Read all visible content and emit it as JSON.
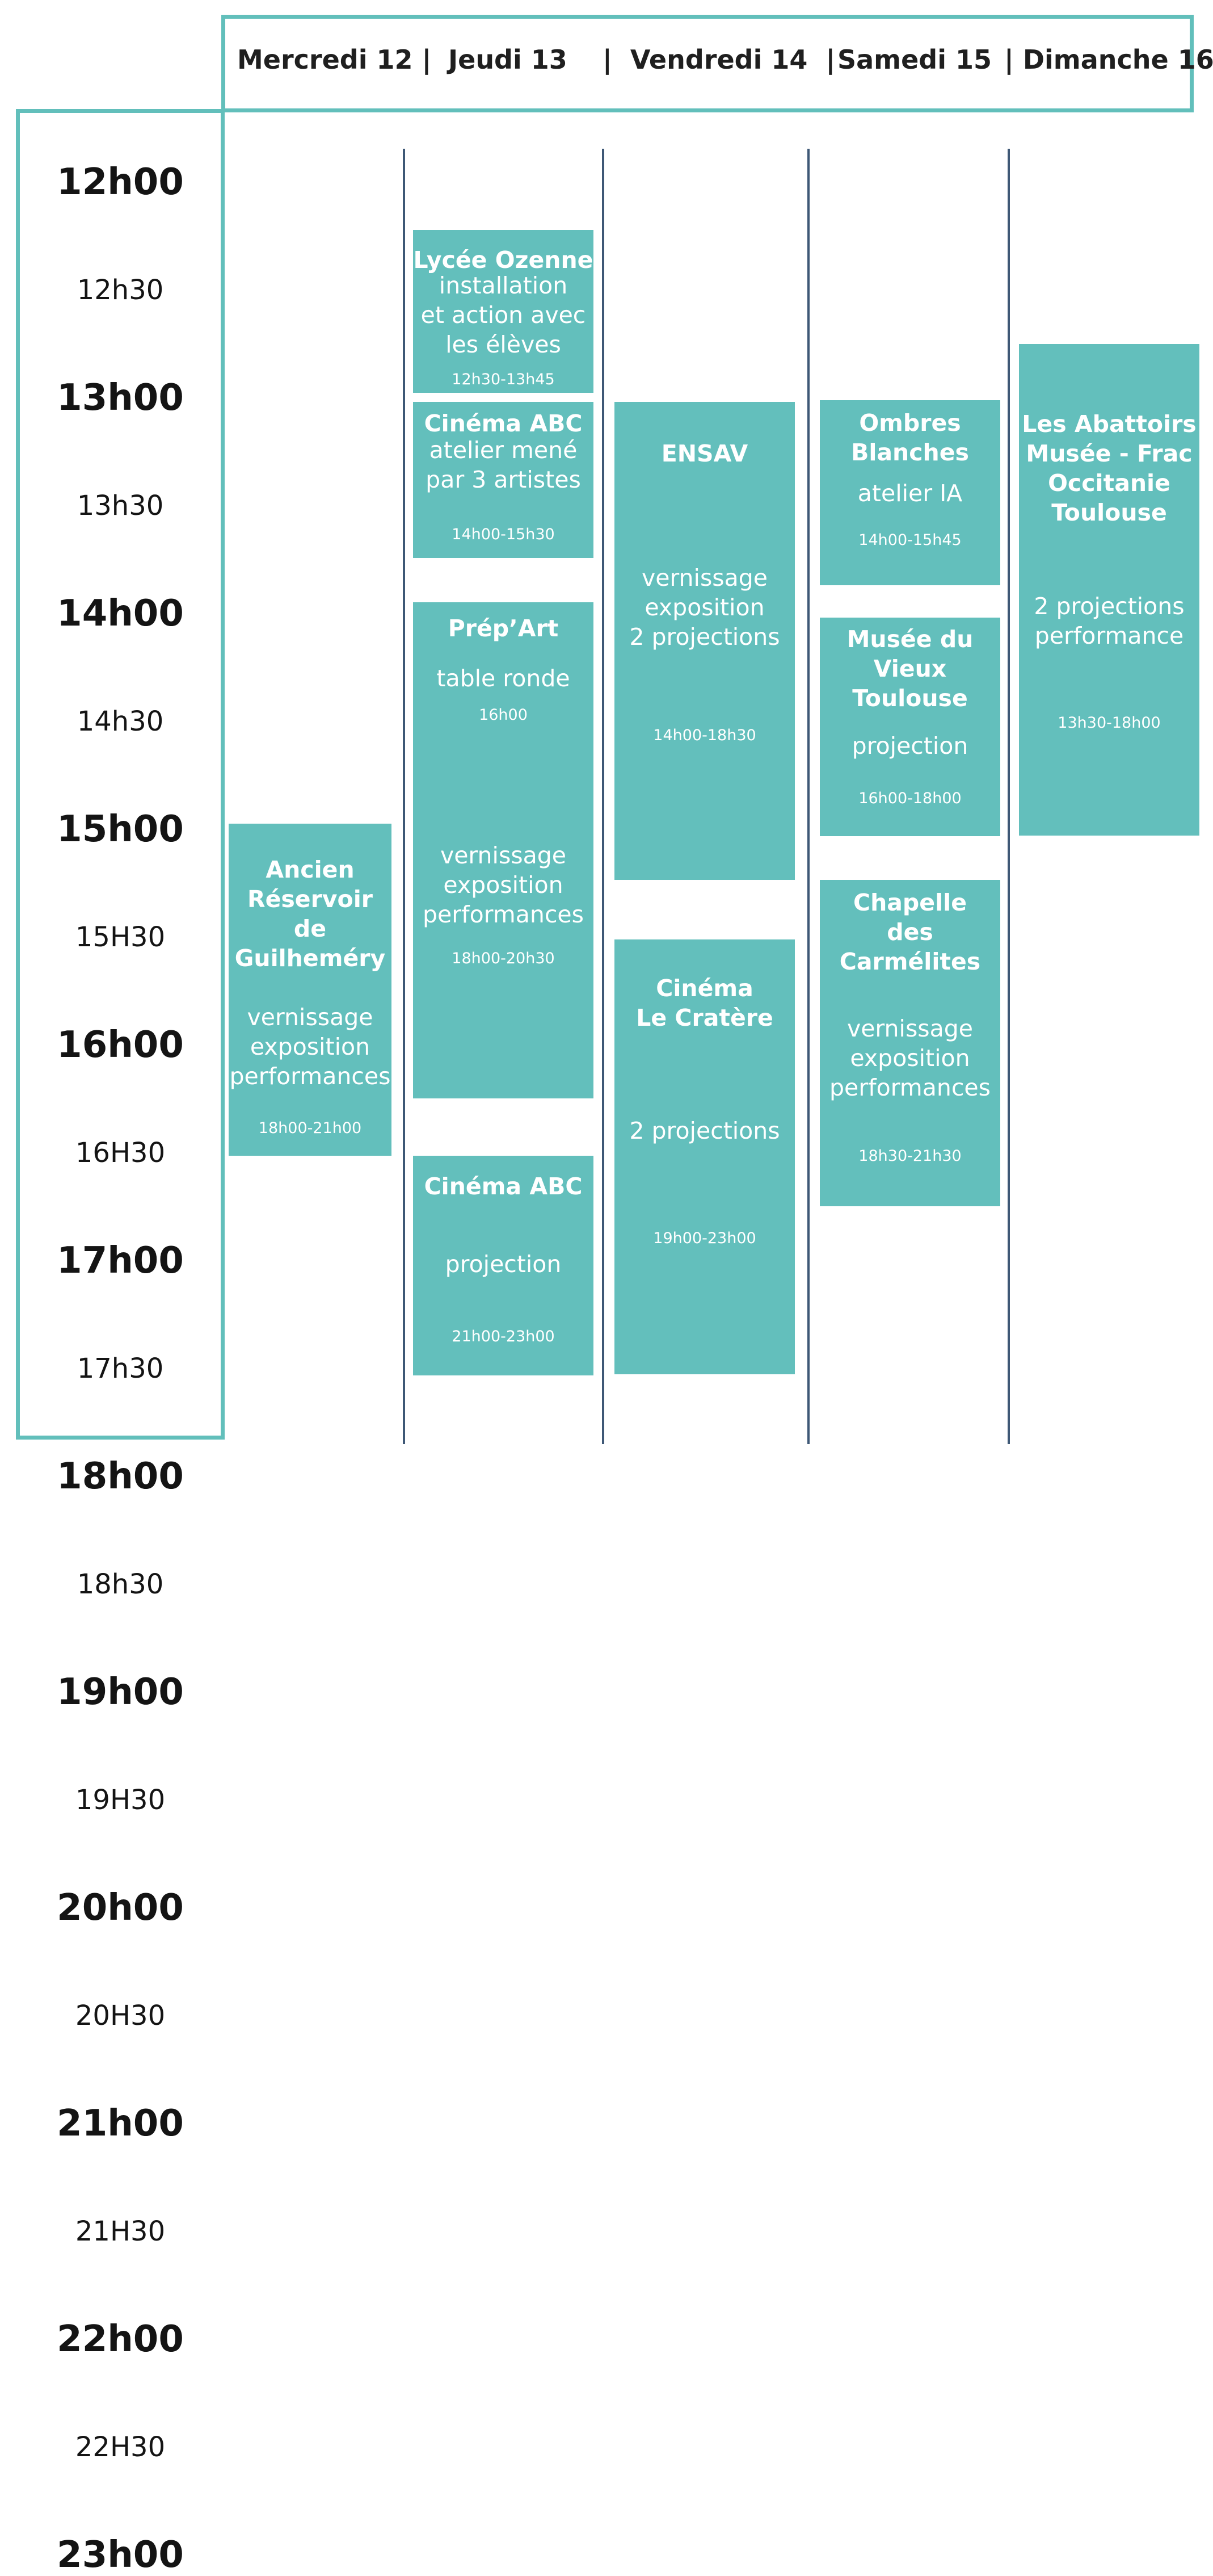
{
  "days": [
    {
      "label": "Mercredi 12 |"
    },
    {
      "label": "Jeudi 13"
    },
    {
      "label": "|  Vendredi 14  |"
    },
    {
      "label": "Samedi 15"
    },
    {
      "label": "| Dimanche 16"
    }
  ],
  "times": [
    "12h00",
    "12h30",
    "13h00",
    "13h30",
    "14h00",
    "14h30",
    "15h00",
    "15H30",
    "16h00",
    "16H30",
    "17h00",
    "17h30",
    "18h00",
    "18h30",
    "19h00",
    "19H30",
    "20h00",
    "20H30",
    "21h00",
    "21H30",
    "22h00",
    "22H30",
    "23h00"
  ],
  "events": [
    {
      "name": "Lycée Ozenne",
      "description": "installation\net action avec\nles élèves",
      "time": "12h30-13h45"
    },
    {
      "name": "Cinéma ABC",
      "description": "atelier mené\npar 3 artistes",
      "time": "14h00-15h30"
    },
    {
      "name": "Prép’Art",
      "description": "table ronde",
      "time": "16h00"
    },
    {
      "name": "",
      "description": "vernissage\nexposition\nperformances",
      "time": "18h00-20h30"
    },
    {
      "name": "Cinéma ABC",
      "description": "projection",
      "time": "21h00-23h00"
    },
    {
      "name": "Ancien\nRéservoir de\nGuilheméry",
      "description": "vernissage\nexposition\nperformances",
      "time": "18h00-21h00"
    },
    {
      "name": "ENSAV",
      "description": "vernissage\nexposition\n2 projections",
      "time": "14h00-18h30"
    },
    {
      "name": "Cinéma\nLe Cratère",
      "description": "2 projections",
      "time": "19h00-23h00"
    },
    {
      "name": "Ombres\nBlanches",
      "description": "atelier IA",
      "time": "14h00-15h45"
    },
    {
      "name": "Musée du\nVieux\nToulouse",
      "description": "projection",
      "time": "16h00-18h00"
    },
    {
      "name": "Chapelle\ndes\nCarmélites",
      "description": "vernissage\nexposition\nperformances",
      "time": "18h30-21h30"
    },
    {
      "name": "Les Abattoirs\nMusée - Frac\nOccitanie\nToulouse",
      "description": "2 projections\nperformance",
      "time": "13h30-18h00"
    }
  ],
  "colors": {
    "accent": "#62bfbb",
    "event_fill": "#63bfbc",
    "divider": "#3e5876"
  }
}
